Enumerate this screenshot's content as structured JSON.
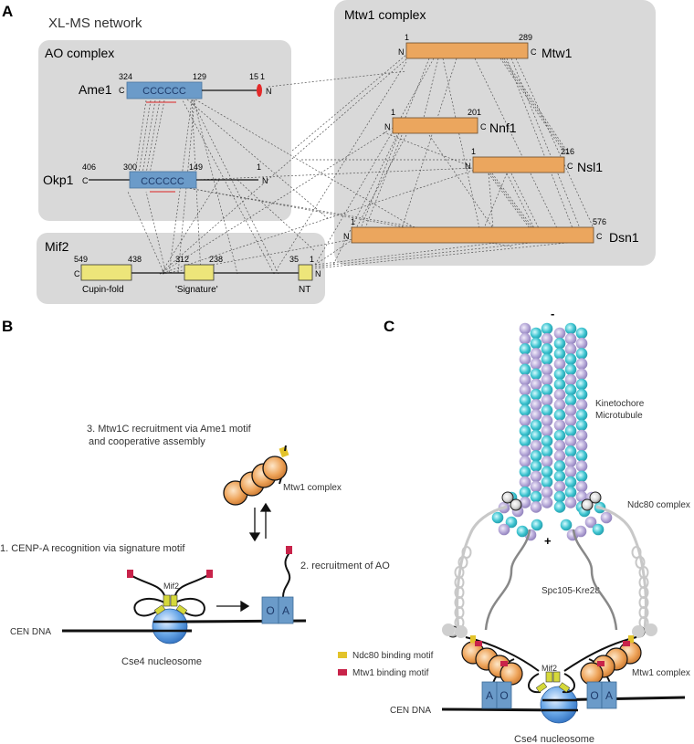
{
  "panels": {
    "A": {
      "letter": "A",
      "title": "XL-MS network",
      "ao_complex": {
        "label": "AO complex",
        "ame1": {
          "name": "Ame1",
          "c": "C",
          "n": "N",
          "cc": "CCCCCC",
          "num_c": "324",
          "num_box_end": "129",
          "num_motif": "15",
          "num_n": "1"
        },
        "okp1": {
          "name": "Okp1",
          "c": "C",
          "n": "N",
          "cc": "CCCCCC",
          "num_c": "406",
          "num_box_start": "300",
          "num_box_end": "149",
          "num_n": "1"
        }
      },
      "mif2": {
        "label": "Mif2",
        "c": "C",
        "n": "N",
        "nums": [
          "549",
          "438",
          "312",
          "238",
          "35",
          "1"
        ],
        "domains": [
          "Cupin-fold",
          "'Signature'",
          "NT"
        ]
      },
      "mtw1_complex": {
        "label": "Mtw1 complex",
        "proteins": [
          {
            "name": "Mtw1",
            "start": "1",
            "end": "289",
            "n": "N",
            "c": "C"
          },
          {
            "name": "Nnf1",
            "start": "1",
            "end": "201",
            "n": "N",
            "c": "C"
          },
          {
            "name": "Nsl1",
            "start": "1",
            "end": "216",
            "n": "N",
            "c": "C"
          },
          {
            "name": "Dsn1",
            "start": "1",
            "end": "576",
            "n": "N",
            "c": "C"
          }
        ]
      }
    },
    "B": {
      "letter": "B",
      "step3_line1": "3. Mtw1C recruitment via Ame1 motif",
      "step3_line2": "and cooperative assembly",
      "mtw1_label": "Mtw1 complex",
      "step1": "1. CENP-A recognition via signature motif",
      "step2": "2. recruitment of AO",
      "mif2_label": "Mif2",
      "cen_dna": "CEN DNA",
      "nucleosome": "Cse4 nucleosome",
      "o": "O",
      "a": "A"
    },
    "C": {
      "letter": "C",
      "minus": "-",
      "plus": "+",
      "mt_line1": "Kinetochore",
      "mt_line2": "Microtubule",
      "ndc80": "Ndc80 complex",
      "spc105": "Spc105-Kre28",
      "mtw1": "Mtw1 complex",
      "mif2": "Mif2",
      "cen_dna": "CEN DNA",
      "nucleosome": "Cse4 nucleosome",
      "o": "O",
      "a": "A",
      "legend": [
        {
          "label": "Ndc80 binding motif",
          "color": "#e3c32a"
        },
        {
          "label": "Mtw1 binding motif",
          "color": "#c8234a"
        }
      ]
    }
  },
  "colors": {
    "panel_bg": "#d9d9d9",
    "ao_blue": "#6b9bc9",
    "mtw1_orange": "#eba65e",
    "mif2_yellow": "#ede57a",
    "motif_red": "#e42a2a",
    "tubulin_cyan": "#3cc3cf",
    "tubulin_lilac": "#b1a2d2"
  }
}
